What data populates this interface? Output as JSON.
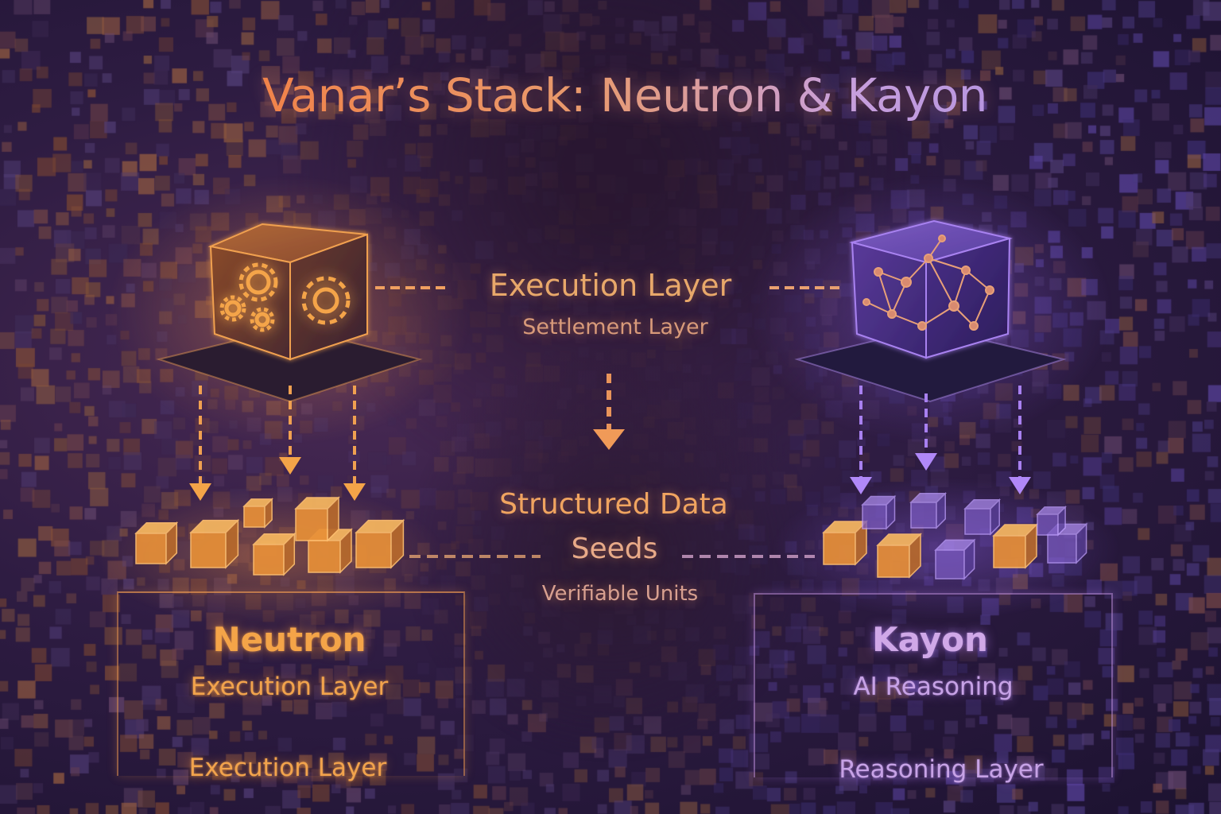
{
  "title": "Vanar’s Stack: Neutron & Kayon",
  "center": {
    "top_heading": "Execution Layer",
    "top_sub": "Settlement Layer",
    "mid_heading_line1": "Structured Data",
    "mid_heading_line2": "Seeds",
    "mid_sub": "Verifiable Units"
  },
  "neutron": {
    "name": "Neutron",
    "subtitle": "Execution Layer",
    "footer": "Execution Layer",
    "color": "#f2a34c",
    "icon": "gears-icon"
  },
  "kayon": {
    "name": "Kayon",
    "subtitle": "AI Reasoning",
    "footer": "Reasoning Layer",
    "color": "#c7a2e6",
    "icon": "network-icon"
  }
}
